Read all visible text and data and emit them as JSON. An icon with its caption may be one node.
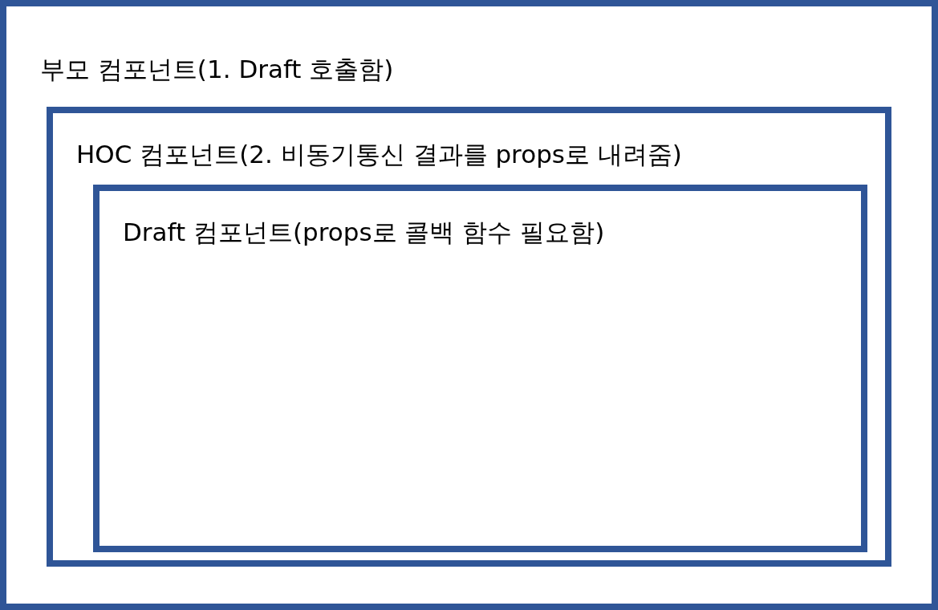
{
  "diagram": {
    "nodes": [
      {
        "text": [
          "부모 컴포넌트(1. Draft 호출함)"
        ]
      },
      {
        "text": [
          "HOC 컴포넌트(2. 비동기통신 결과를 props로 내려줌)"
        ],
        "in": 0
      },
      {
        "text": [
          "Draft 컴포넌트(props로 콜백 함수 필요함)"
        ],
        "in": 1
      }
    ]
  }
}
